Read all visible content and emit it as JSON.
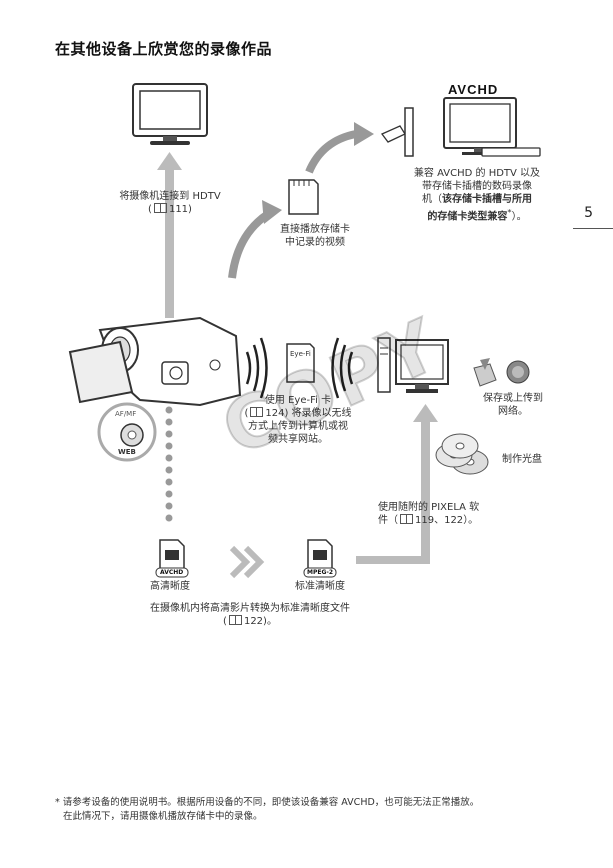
{
  "page": {
    "title": "在其他设备上欣赏您的录像作品",
    "page_number": "5",
    "watermark": "COPY"
  },
  "labels": {
    "hdtv_connect_1": "将摄像机连接到 HDTV",
    "hdtv_connect_ref": "111",
    "avchd_logo": "AVCHD",
    "avchd_desc_1": "兼容 AVCHD 的 HDTV 以及",
    "avchd_desc_2": "带存储卡插槽的数码录像",
    "avchd_desc_3a": "机（",
    "avchd_desc_3b": "该存储卡插槽与所用",
    "avchd_desc_4": "的存储卡类型兼容",
    "avchd_desc_4_sup": "*",
    "avchd_desc_4_end": "）。",
    "direct_play_1": "直接播放存储卡",
    "direct_play_2": "中记录的视频",
    "eyefi_card_label": "Eye-Fi",
    "eyefi_1": "使用 Eye-Fi 卡",
    "eyefi_2_ref": "124",
    "eyefi_2_rest": ") 将录像以无线",
    "eyefi_3": "方式上传到计算机或视",
    "eyefi_4": "频共享网站。",
    "save_upload_1": "保存或上传到",
    "save_upload_2": "网络。",
    "make_disc": "制作光盘",
    "pixela_1": "使用随附的 PIXELA 软",
    "pixela_2a": "件（",
    "pixela_2_ref": "119、122",
    "pixela_2b": "）。",
    "hd_label": "高清晰度",
    "sd_label": "标准清晰度",
    "hd_card_tag": "AVCHD",
    "sd_card_tag": "MPEG-2",
    "convert_1": "在摄像机内将高清影片转换为标准清晰度文件",
    "convert_2_ref": "122",
    "camera_btn_top": "AF/MF",
    "camera_btn_bottom": "WEB"
  },
  "footnote": {
    "line1": "* 请参考设备的使用说明书。根据所用设备的不同，即使该设备兼容 AVCHD，也可能无法正常播放。",
    "line2": "在此情况下，请用摄像机播放存储卡中的录像。"
  }
}
